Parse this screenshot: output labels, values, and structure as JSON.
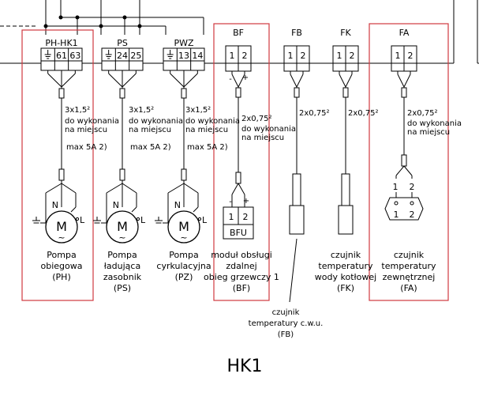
{
  "diagram_title": "HK1",
  "connectors": [
    {
      "name": "PH-HK1",
      "pins": [
        "⏚",
        "61",
        "63"
      ]
    },
    {
      "name": "PS",
      "pins": [
        "⏚",
        "24",
        "25"
      ]
    },
    {
      "name": "PWZ",
      "pins": [
        "⏚",
        "13",
        "14"
      ]
    },
    {
      "name": "BF",
      "pins": [
        "1",
        "2"
      ]
    },
    {
      "name": "FB",
      "pins": [
        "1",
        "2"
      ]
    },
    {
      "name": "FK",
      "pins": [
        "1",
        "2"
      ]
    },
    {
      "name": "FA",
      "pins": [
        "1",
        "2"
      ]
    }
  ],
  "cables": {
    "pumps": [
      "3x1,5²",
      "do wykonania",
      "na miejscu",
      "max 5A 2)"
    ],
    "bf": [
      "2x0,75²",
      "do wykonania",
      "na miejscu"
    ],
    "fb": "2x0,75²",
    "fk": "2x0,75²",
    "fa": [
      "2x0,75²",
      "do wykonania",
      "na miejscu"
    ]
  },
  "motor": {
    "label": "M",
    "wave": "~",
    "n": "N",
    "l": "L"
  },
  "bfu": {
    "label": "BFU",
    "pins": [
      "1",
      "2"
    ],
    "minus": "-",
    "plus": "+"
  },
  "fa_sensor_pins": [
    "1",
    "2"
  ],
  "bf_polarity": {
    "minus": "-",
    "plus": "+"
  },
  "devices": [
    {
      "lines": [
        "Pompa",
        "obiegowa",
        "(PH)"
      ]
    },
    {
      "lines": [
        "Pompa",
        "ładująca",
        "zasobnik",
        "(PS)"
      ]
    },
    {
      "lines": [
        "Pompa",
        "cyrkulacyjna",
        "(PZ)"
      ]
    },
    {
      "lines": [
        "moduł obsługi",
        "zdalnej",
        "obieg grzewczy 1",
        "(BF)"
      ]
    },
    {
      "lines": [
        "czujnik",
        "temperatury",
        "wody kotłowej",
        "(FK)"
      ]
    },
    {
      "lines": [
        "czujnik",
        "temperatury",
        "zewnętrznej",
        "(FA)"
      ]
    }
  ],
  "fb_sensor": {
    "lines": [
      "czujnik",
      "temperatury c.w.u.",
      "(FB)"
    ]
  }
}
